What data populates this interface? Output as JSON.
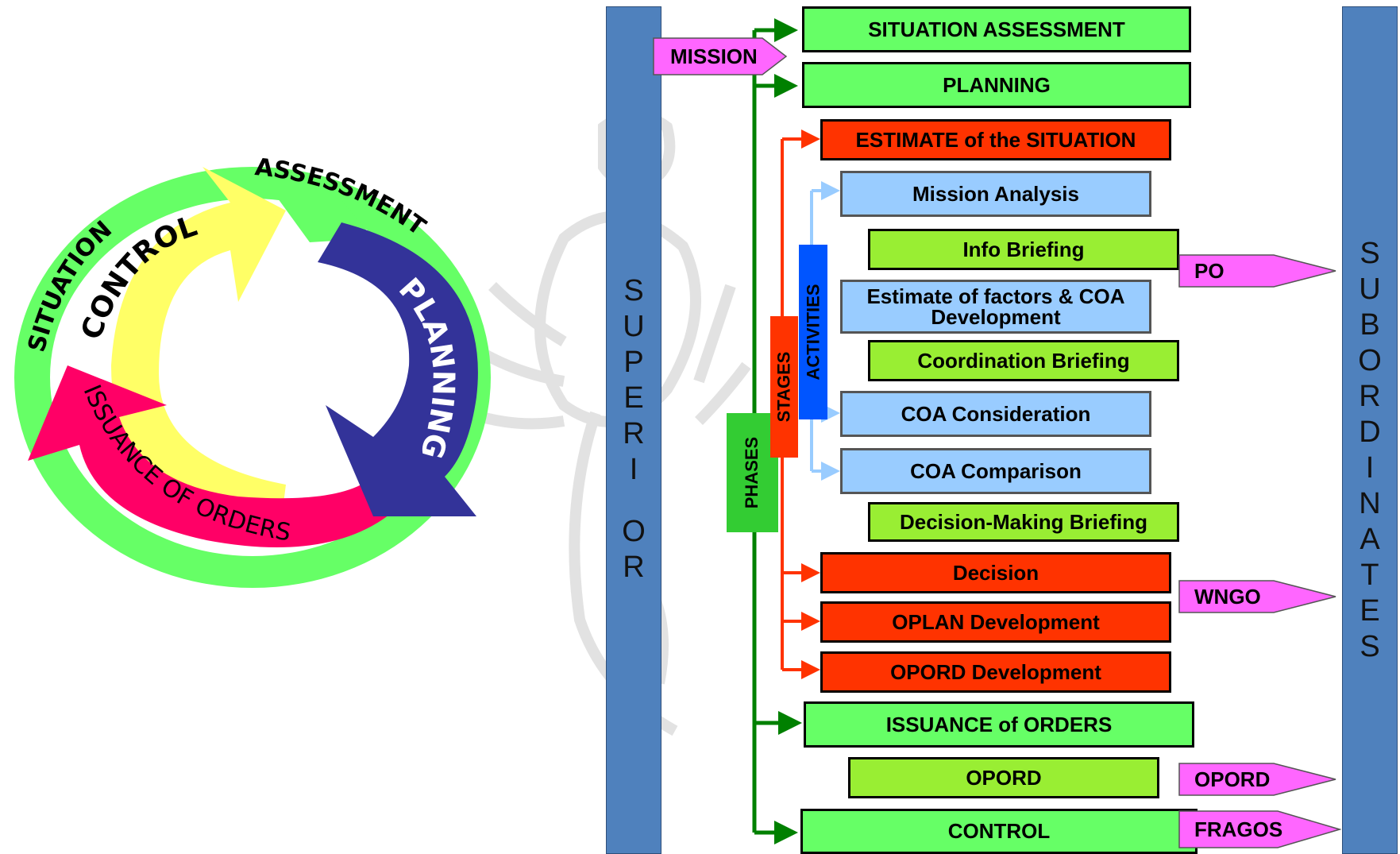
{
  "cycle": {
    "situation": "SITUATION",
    "assessment": "ASSESSMENT",
    "control": "CONTROL",
    "planning": "PLANNING",
    "issuance": "ISSUANCE OF ORDERS"
  },
  "superior": [
    "S",
    "U",
    "P",
    "E",
    "R",
    "I",
    "O",
    "R"
  ],
  "subordinates": [
    "S",
    "U",
    "B",
    "O",
    "R",
    "D",
    "I",
    "N",
    "A",
    "T",
    "E",
    "S"
  ],
  "labels": {
    "phases": "PHASES",
    "stages": "STAGES",
    "activities": "ACTIVITIES"
  },
  "mission": "MISSION",
  "boxes": {
    "situation_assessment": "SITUATION ASSESSMENT",
    "planning": "PLANNING",
    "estimate": "ESTIMATE of the SITUATION",
    "mission_analysis": "Mission Analysis",
    "info_briefing": "Info Briefing",
    "estimate_factors_1": "Estimate of factors & COA",
    "estimate_factors_2": "Development",
    "coordination_briefing": "Coordination Briefing",
    "coa_consideration": "COA Consideration",
    "coa_comparison": "COA Comparison",
    "decision_making_briefing": "Decision-Making Briefing",
    "decision": "Decision",
    "oplan": "OPLAN Development",
    "opord_dev": "OPORD Development",
    "issuance": "ISSUANCE of ORDERS",
    "opord": "OPORD",
    "control": "CONTROL"
  },
  "outputs": {
    "po": "PO",
    "wngo": "WNGO",
    "opord": "OPORD",
    "fragos": "FRAGOS"
  },
  "colors": {
    "green": "#66ff66",
    "yellow": "#ffff66",
    "navy": "#333399",
    "magenta": "#ff0066",
    "orange": "#ff3300",
    "light_blue": "#99ccff",
    "lime": "#99ee33",
    "pink": "#ff66ff",
    "steel_blue": "#4f81bd",
    "dark_green": "#008000",
    "blue": "#0055ff"
  }
}
